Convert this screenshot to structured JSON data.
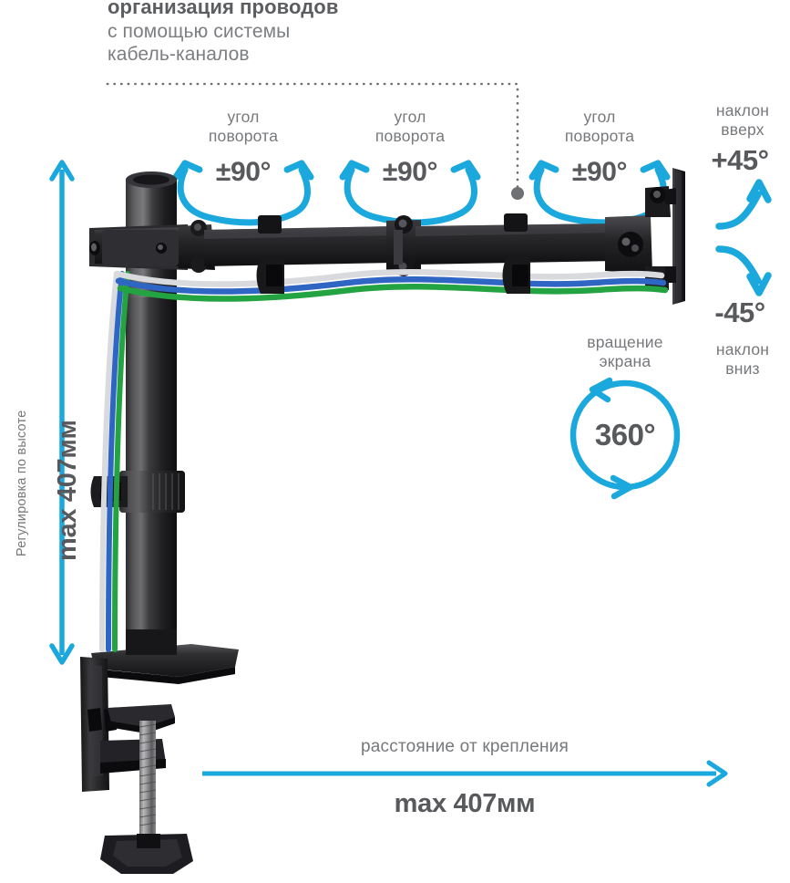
{
  "product": {
    "type": "desk-mount-monitor-arm",
    "accent_color": "#1ba8dd",
    "text_color": "#6e7073",
    "value_color": "#58595c"
  },
  "header": {
    "title": "организация проводов",
    "subtitle_line1": "с помощью системы",
    "subtitle_line2": "кабель-каналов"
  },
  "swivel_joints": [
    {
      "caption_line1": "угол",
      "caption_line2": "поворота",
      "value": "±90°"
    },
    {
      "caption_line1": "угол",
      "caption_line2": "поворота",
      "value": "±90°"
    },
    {
      "caption_line1": "угол",
      "caption_line2": "поворота",
      "value": "±90°"
    }
  ],
  "tilt": {
    "up_caption_line1": "наклон",
    "up_caption_line2": "вверх",
    "up_value": "+45°",
    "down_value": "-45°",
    "down_caption_line1": "наклон",
    "down_caption_line2": "вниз"
  },
  "rotation": {
    "caption_line1": "вращение",
    "caption_line2": "экрана",
    "value": "360°"
  },
  "height_adjust": {
    "caption": "Регулировка по высоте",
    "value": "max 407мм"
  },
  "reach": {
    "caption": "расстояние от крепления",
    "value": "max 407мм"
  }
}
